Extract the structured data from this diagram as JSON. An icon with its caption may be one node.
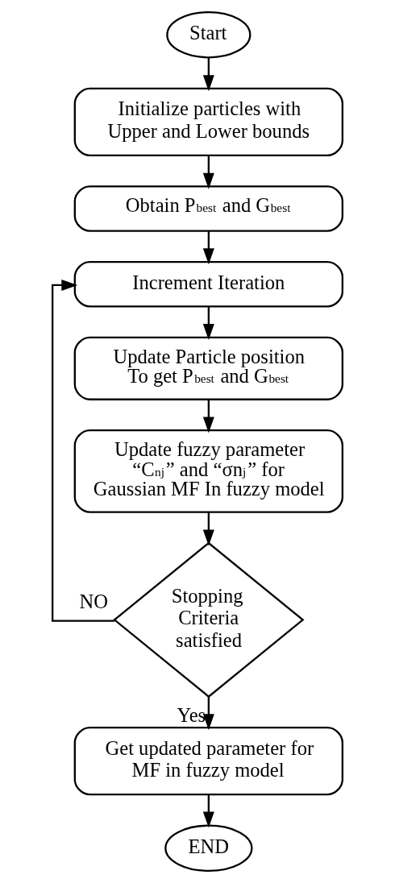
{
  "diagram": {
    "nodes": [
      {
        "text": [
          "Start"
        ]
      },
      {
        "text": [
          "Initialize particles with Upper and Lower bounds"
        ]
      },
      {
        "text": [
          "Obtain P$_{best}$ and G$_{best}$"
        ]
      },
      {
        "text": [
          "Increment Iteration"
        ]
      },
      {
        "text": [
          "Update Particle position To get P$_{best}$ and G$_{best}$"
        ]
      },
      {
        "text": [
          "Update fuzzy parameter “C$_{nj}$” and “σn$_{j}$” for Gaussian MF In fuzzy model"
        ]
      },
      {
        "text": [
          "Stopping Criteria satisfied"
        ]
      },
      {
        "text": [
          "Get updated parameter for MF in fuzzy model"
        ]
      },
      {
        "text": [
          "END"
        ]
      }
    ],
    "edges": [
      {
        "from": 0,
        "to": 1,
        "arrow": "to"
      },
      {
        "from": 1,
        "to": 2,
        "arrow": "to"
      },
      {
        "from": 2,
        "to": 3,
        "arrow": "to"
      },
      {
        "from": 3,
        "to": 4,
        "arrow": "to"
      },
      {
        "from": 4,
        "to": 5,
        "arrow": "to"
      },
      {
        "from": 5,
        "to": 6,
        "arrow": "to"
      },
      {
        "from": 6,
        "to": 3,
        "arrow": "to",
        "label": "NO"
      },
      {
        "from": 6,
        "to": 7,
        "arrow": "to",
        "label": "Yes"
      },
      {
        "from": 7,
        "to": 8,
        "arrow": "to"
      }
    ]
  }
}
